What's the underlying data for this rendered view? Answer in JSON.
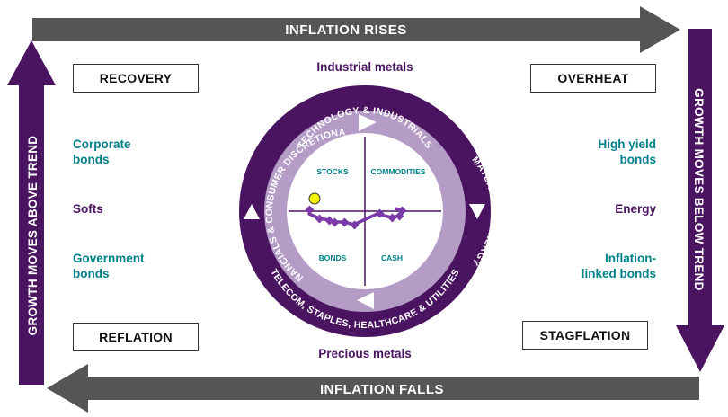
{
  "arrows": {
    "top": "INFLATION RISES",
    "bottom": "INFLATION FALLS",
    "left": "GROWTH MOVES ABOVE TREND",
    "right": "GROWTH MOVES BELOW TREND"
  },
  "phases": {
    "recovery": "RECOVERY",
    "overheat": "OVERHEAT",
    "reflation": "REFLATION",
    "stagflation": "STAGFLATION"
  },
  "assets": {
    "industrial_metals": "Industrial metals",
    "precious_metals": "Precious metals",
    "corporate_bonds": [
      "Corporate",
      "bonds"
    ],
    "softs": "Softs",
    "government_bonds": [
      "Government",
      "bonds"
    ],
    "high_yield_bonds": [
      "High yield",
      "bonds"
    ],
    "energy": "Energy",
    "inflation_linked_bonds": [
      "Inflation-",
      "linked bonds"
    ]
  },
  "ring": {
    "top": "TECHNOLOGY & INDUSTRIALS",
    "right": "MATERIALS & ENERGY",
    "bottom": "TELECOM, STAPLES, HEALTHCARE & UTILITIES",
    "left": "FINANCIALS & CONSUMER DISCRETIONARY"
  },
  "quadrants": {
    "top_left": "STOCKS",
    "top_right": "COMMODITIES",
    "bottom_left": "BONDS",
    "bottom_right": "CASH"
  },
  "colors": {
    "arrow_gray": "#555555",
    "dark_purple": "#4a1460",
    "light_purple": "#b59cc7",
    "teal": "#00808a",
    "marker_yellow": "#f2f200"
  }
}
